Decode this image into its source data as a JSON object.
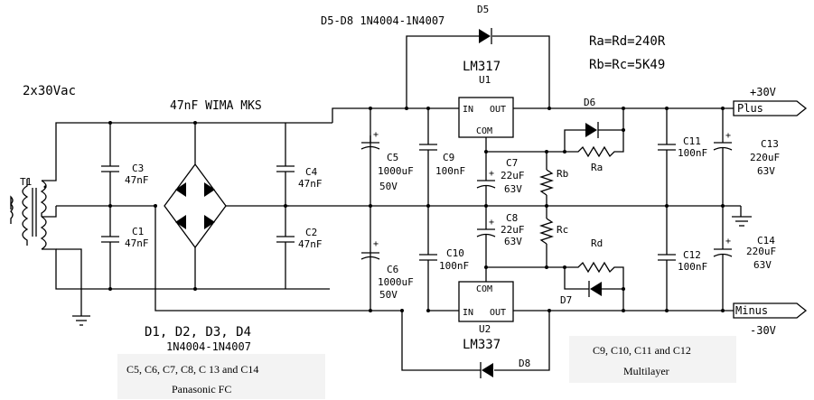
{
  "header_label": "D5-D8 1N4004-1N4007",
  "resistor_values": [
    "Ra=Rd=240R",
    "Rb=Rc=5K49"
  ],
  "input_label": "2x30Vac",
  "cap_type_label": "47nF WIMA MKS",
  "diodes_label": "D1, D2, D3, D4",
  "diodes_part": "1N4004-1N4007",
  "notes": {
    "panasonic_caps": "C5, C6, C7, C8, C 13 and C14",
    "panasonic_brand": "Panasonic FC",
    "multilayer_caps": "C9, C10, C11 and C12",
    "multilayer_type": "Multilayer"
  },
  "outputs": {
    "plus_voltage": "+30V",
    "plus_label": "Plus",
    "minus_label": "Minus",
    "minus_voltage": "-30V"
  },
  "regulators": {
    "u1": {
      "part": "LM317",
      "ref": "U1",
      "in": "IN",
      "out": "OUT",
      "com": "COM"
    },
    "u2": {
      "part": "LM337",
      "ref": "U2",
      "in": "IN",
      "out": "OUT",
      "com": "COM"
    }
  },
  "transformer": {
    "ref": "T1"
  },
  "components": {
    "c3": {
      "ref": "C3",
      "value": "47nF"
    },
    "c1": {
      "ref": "C1",
      "value": "47nF"
    },
    "c4": {
      "ref": "C4",
      "value": "47nF"
    },
    "c2": {
      "ref": "C2",
      "value": "47nF"
    },
    "c5": {
      "ref": "C5",
      "value": "1000uF",
      "voltage": "50V"
    },
    "c6": {
      "ref": "C6",
      "value": "1000uF",
      "voltage": "50V"
    },
    "c9": {
      "ref": "C9",
      "value": "100nF"
    },
    "c10": {
      "ref": "C10",
      "value": "100nF"
    },
    "c7": {
      "ref": "C7",
      "value": "22uF",
      "voltage": "63V"
    },
    "c8": {
      "ref": "C8",
      "value": "22uF",
      "voltage": "63V"
    },
    "rb": {
      "ref": "Rb"
    },
    "rc": {
      "ref": "Rc"
    },
    "ra": {
      "ref": "Ra"
    },
    "rd": {
      "ref": "Rd"
    },
    "d5": {
      "ref": "D5"
    },
    "d6": {
      "ref": "D6"
    },
    "d7": {
      "ref": "D7"
    },
    "d8": {
      "ref": "D8"
    },
    "c11": {
      "ref": "C11",
      "value": "100nF"
    },
    "c12": {
      "ref": "C12",
      "value": "100nF"
    },
    "c13": {
      "ref": "C13",
      "value": "220uF",
      "voltage": "63V"
    },
    "c14": {
      "ref": "C14",
      "value": "220uF",
      "voltage": "63V"
    }
  }
}
